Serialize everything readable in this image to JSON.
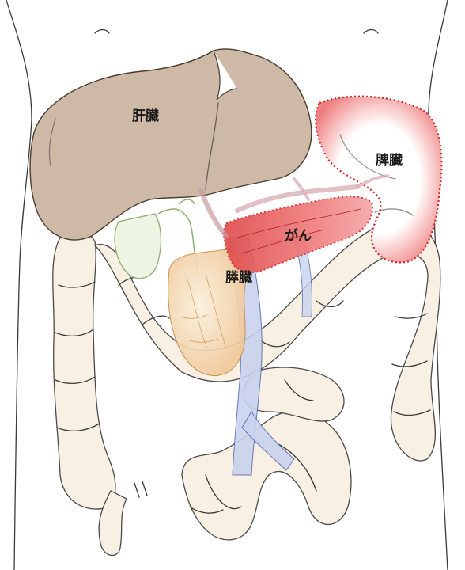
{
  "labels": {
    "liver": "肝臓",
    "spleen": "脾臓",
    "cancer": "がん",
    "pancreas": "膵臓"
  },
  "colors": {
    "liver": "#cdb9a6",
    "intestine": "#f8f1e3",
    "pancreas": "#f0c99a",
    "vein": "#c9d3ee",
    "gallbladder": "#d6e6c4",
    "highlight": "#e23b3b"
  }
}
